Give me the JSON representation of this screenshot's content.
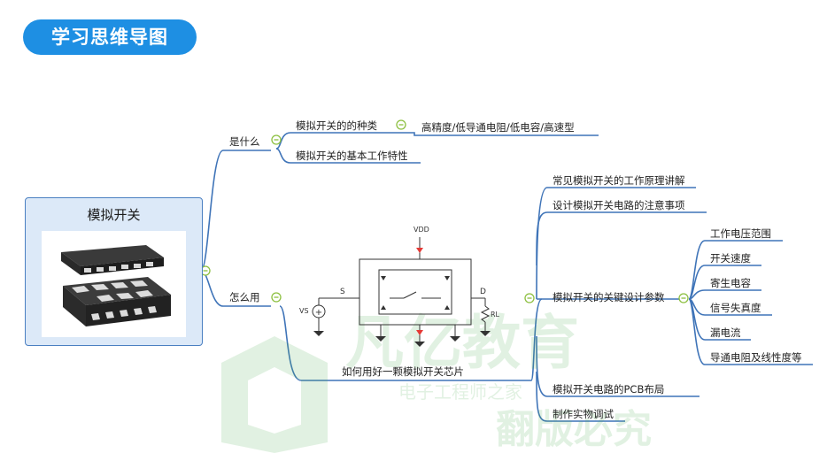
{
  "title": "学习思维导图",
  "root": {
    "label": "模拟开关"
  },
  "branch_what": {
    "label": "是什么",
    "children": [
      {
        "label": "模拟开关的的种类",
        "child": "高精度/低导通电阻/低电容/高速型"
      },
      {
        "label": "模拟开关的基本工作特性"
      }
    ]
  },
  "branch_how": {
    "label": "怎么用",
    "chip_node": "如何用好一颗模拟开关芯片",
    "children": [
      "常见模拟开关的工作原理讲解",
      "设计模拟开关电路的注意事项",
      "模拟开关的关键设计参数",
      "模拟开关电路的PCB布局",
      "制作实物调试"
    ],
    "params": [
      "工作电压范围",
      "开关速度",
      "寄生电容",
      "信号失真度",
      "漏电流",
      "导通电阻及线性度等"
    ]
  },
  "circuit": {
    "vdd": "VDD",
    "s": "S",
    "d": "D",
    "vs": "VS",
    "rl": "RL"
  },
  "watermark": {
    "brand": "凡亿教育",
    "sub": "电子工程师之家",
    "note": "翻版必究"
  },
  "colors": {
    "accent": "#1e8fe3",
    "line": "#3f74b8",
    "collapse": "#8cbf3f"
  }
}
